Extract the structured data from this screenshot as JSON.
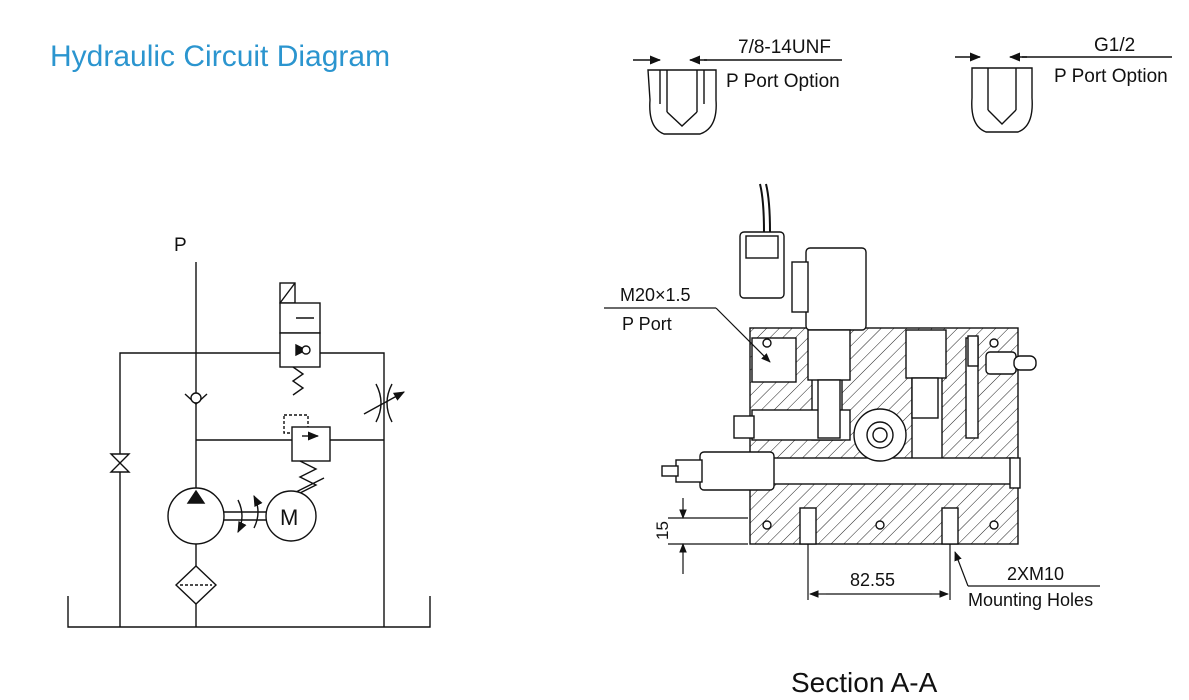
{
  "title": "Hydraulic Circuit Diagram",
  "circuit": {
    "port_label": "P",
    "motor_label": "M"
  },
  "port_options": [
    {
      "thread": "7/8-14UNF",
      "caption": "P Port Option"
    },
    {
      "thread": "G1/2",
      "caption": "P Port Option"
    }
  ],
  "section": {
    "p_port_thread": "M20×1.5",
    "p_port_label": "P Port",
    "dim_vertical": "15",
    "dim_horizontal": "82.55",
    "mounting_spec": "2XM10",
    "mounting_label": "Mounting Holes",
    "caption": "Section A-A"
  }
}
